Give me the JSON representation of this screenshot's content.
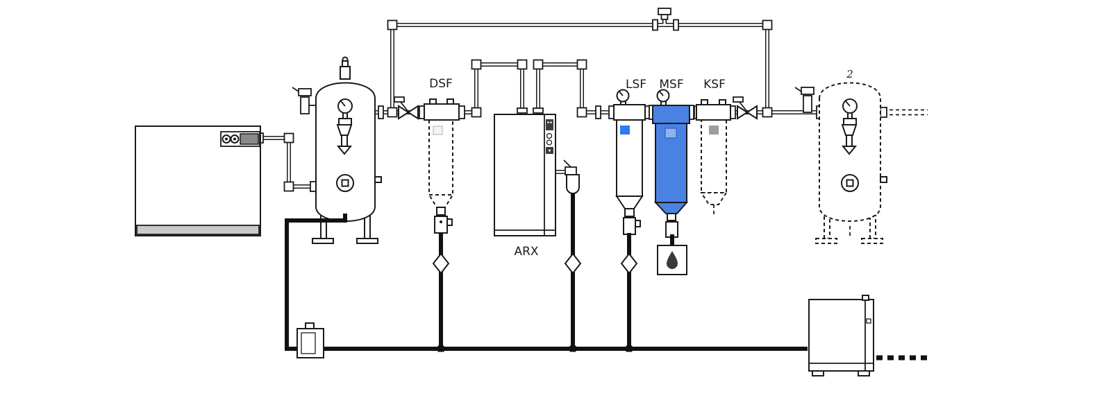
{
  "diagram": {
    "labels": {
      "dsf": "DSF",
      "arx": "ARX",
      "lsf": "LSF",
      "msf": "MSF",
      "ksf": "KSF",
      "tank2_mark": "2"
    },
    "colors": {
      "line": "#1a1a1a",
      "condensate": "#111111",
      "msf_head": "#4a82e4",
      "msf_body": "#4a82e4",
      "msf_indicator": "#8fb3f0",
      "lsf_indicator": "#2e7cf0",
      "ksf_indicator": "#9e9e9e",
      "compressor_base": "#c9c9c9",
      "panel_dark": "#3c3c3c"
    }
  }
}
